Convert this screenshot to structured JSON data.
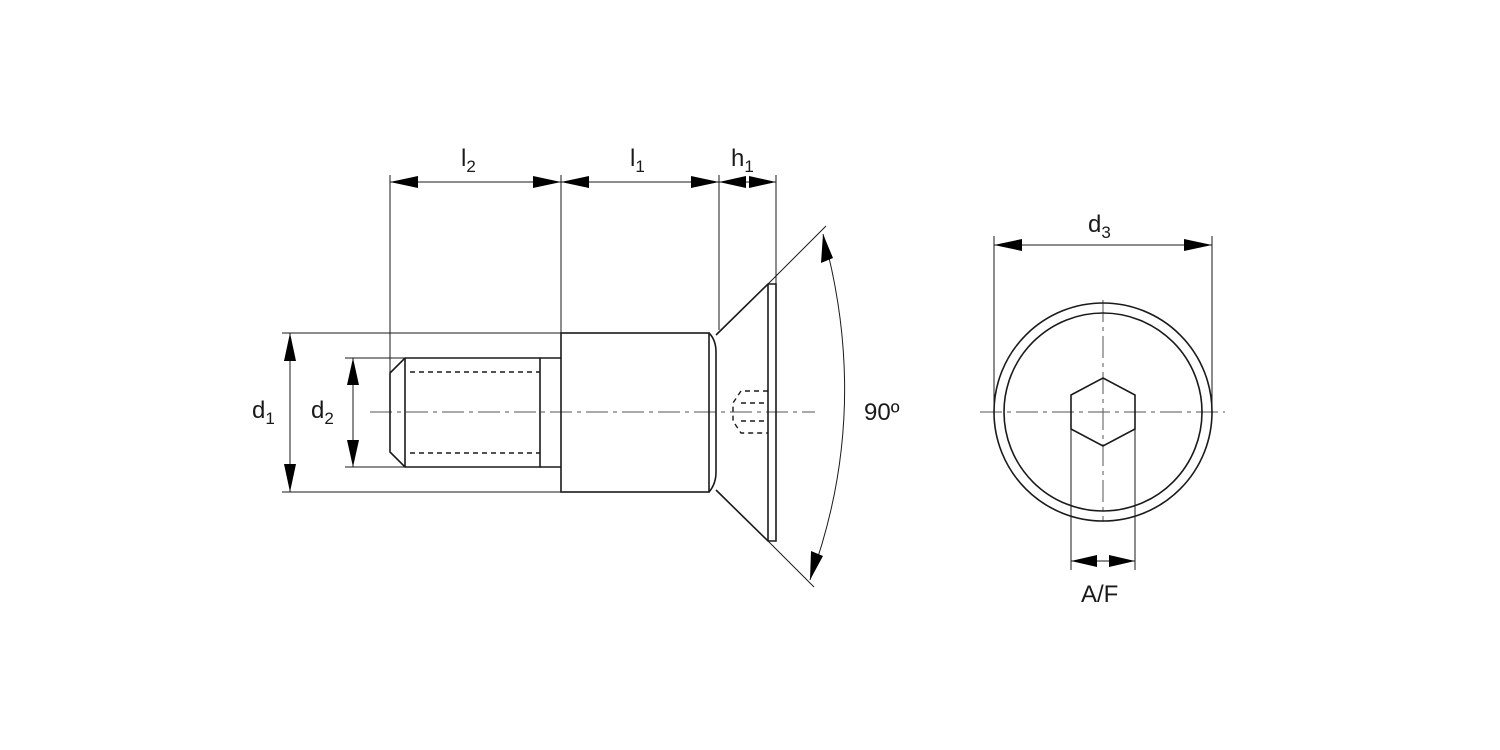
{
  "side_view": {
    "dims": {
      "l2": {
        "base": "l",
        "sub": "2"
      },
      "l1": {
        "base": "l",
        "sub": "1"
      },
      "h1": {
        "base": "h",
        "sub": "1"
      },
      "d1": {
        "base": "d",
        "sub": "1"
      },
      "d2": {
        "base": "d",
        "sub": "2"
      },
      "angle": "90º"
    }
  },
  "end_view": {
    "dims": {
      "d3": {
        "base": "d",
        "sub": "3"
      },
      "af": "A/F"
    }
  },
  "colors": {
    "line": "#1a1a1a",
    "background": "#ffffff"
  }
}
